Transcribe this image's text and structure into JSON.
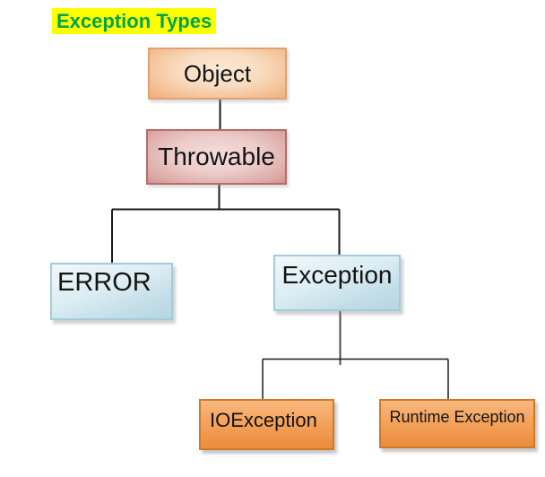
{
  "page": {
    "background_color": "#FFFFFF"
  },
  "title": {
    "text": "Exception Types",
    "text_color": "#00A44C",
    "highlight_color": "#FFFF00"
  },
  "diagram": {
    "connector_color": "#1A1A1A",
    "connector_color_alt": "#4D4D4D",
    "nodes": [
      {
        "id": "object",
        "label": "Object",
        "fill_center": "#FCE9D7",
        "fill_edge": "#F0AE7B",
        "border_color": "#E2A172"
      },
      {
        "id": "throwable",
        "label": "Throwable",
        "fill_center": "#F4DDDB",
        "fill_edge": "#D0928F",
        "border_color": "#B96C6A"
      },
      {
        "id": "error",
        "label": "ERROR",
        "fill_top": "#F0F8FB",
        "fill_bottom": "#B5D6E2",
        "border_color": "#A3CCDA"
      },
      {
        "id": "exception",
        "label": "Exception",
        "fill_top": "#F0F8FB",
        "fill_bottom": "#B5D6E2",
        "border_color": "#A3CCDA"
      },
      {
        "id": "ioexception",
        "label": "IOException",
        "fill_top": "#F8B87E",
        "fill_bottom": "#EC8C3C",
        "border_color": "#CF7A2A"
      },
      {
        "id": "runtime_exception",
        "label": "Runtime Exception",
        "fill_top": "#F8B87E",
        "fill_bottom": "#EC8C3C",
        "border_color": "#CF7A2A"
      }
    ],
    "edges": [
      {
        "from": "Object",
        "to": "Throwable"
      },
      {
        "from": "Throwable",
        "to": "ERROR"
      },
      {
        "from": "Throwable",
        "to": "Exception"
      },
      {
        "from": "Exception",
        "to": "IOException"
      },
      {
        "from": "Exception",
        "to": "Runtime Exception"
      }
    ]
  }
}
